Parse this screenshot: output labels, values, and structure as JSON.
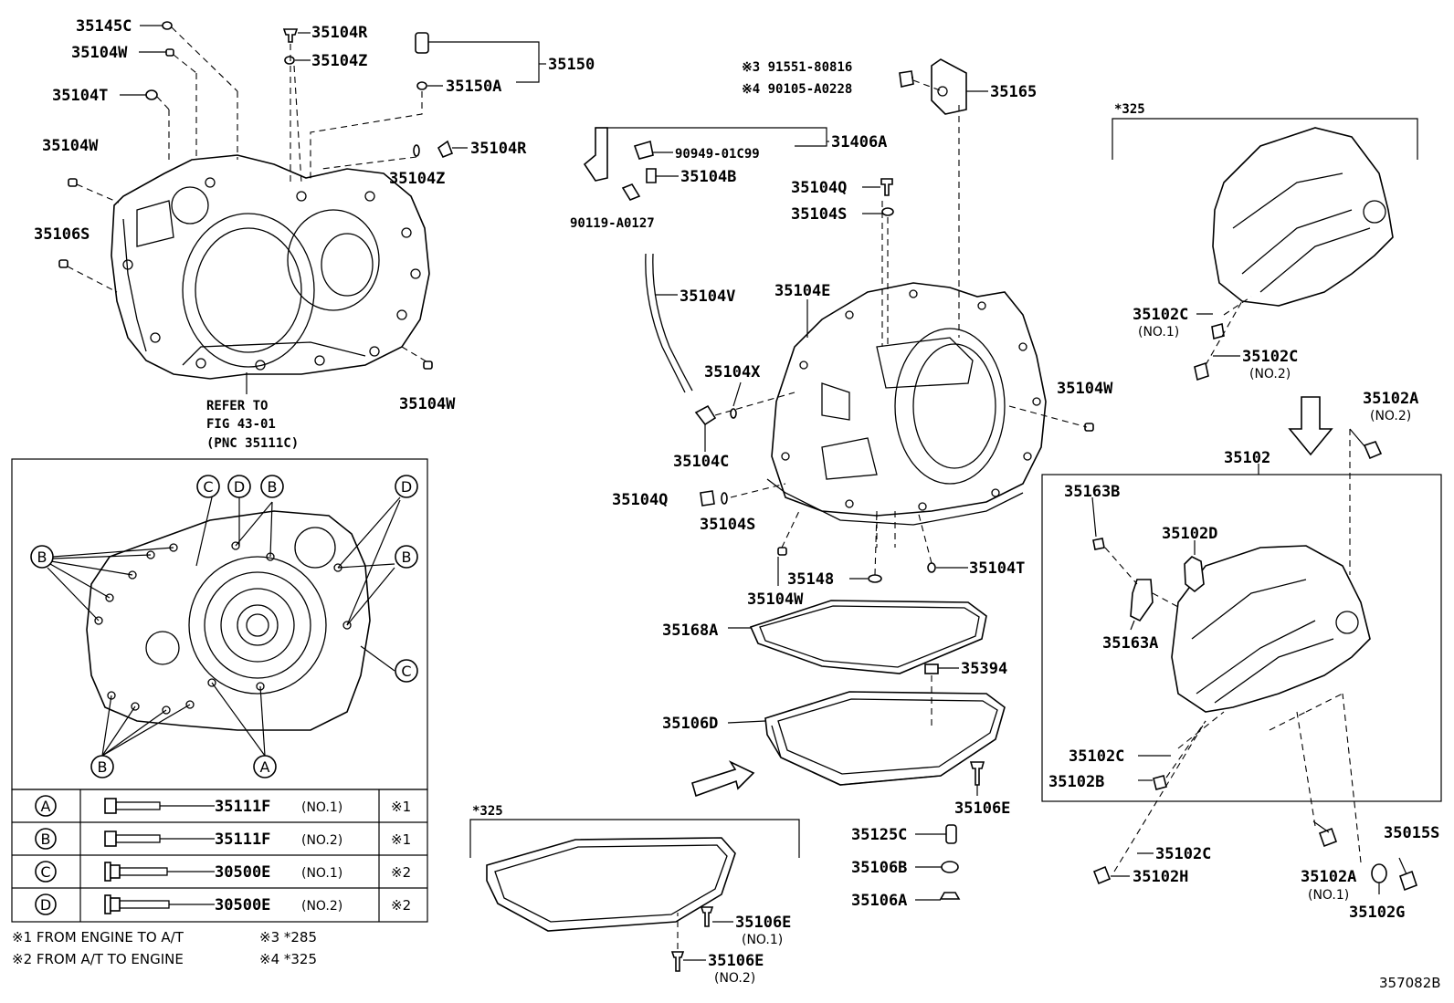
{
  "figure_id": "357082B",
  "labels": {
    "l35145C": "35145C",
    "l35104W_a": "35104W",
    "l35104T_a": "35104T",
    "l35104W_b": "35104W",
    "l35106S": "35106S",
    "l35104R_a": "35104R",
    "l35104Z_a": "35104Z",
    "l35150": "35150",
    "l35150A": "35150A",
    "l35104R_b": "35104R",
    "l35104Z_b": "35104Z",
    "l35104W_c": "35104W",
    "refer1": "REFER TO",
    "refer2": "FIG 43-01",
    "refer3": "(PNC 35111C)",
    "n3_91551": "※3 91551-80816",
    "n4_90105": "※4 90105-A0228",
    "l35165": "35165",
    "l90949": "90949-01C99",
    "l31406A": "31406A",
    "l35104B": "35104B",
    "l90119": "90119-A0127",
    "l35104Q_a": "35104Q",
    "l35104S_a": "35104S",
    "l35104V": "35104V",
    "l35104E": "35104E",
    "l35104X": "35104X",
    "l35104W_d": "35104W",
    "l35104C": "35104C",
    "l35104Q_b": "35104Q",
    "l35104S_b": "35104S",
    "l35148": "35148",
    "l35104T_b": "35104T",
    "l35104W_e": "35104W",
    "l35168A": "35168A",
    "l35394": "35394",
    "l35106D": "35106D",
    "l35106E_a": "35106E",
    "l325_a": "*325",
    "l35106E_b": "35106E",
    "l35106E_b_no": "(NO.1)",
    "l35106E_c": "35106E",
    "l35106E_c_no": "(NO.2)",
    "l35125C": "35125C",
    "l35106B": "35106B",
    "l35106A": "35106A",
    "l325_b": "*325",
    "l35102C_a": "35102C",
    "l35102C_a_no": "(NO.1)",
    "l35102C_b": "35102C",
    "l35102C_b_no": "(NO.2)",
    "l35102A_a": "35102A",
    "l35102A_a_no": "(NO.2)",
    "l35102": "35102",
    "l35163B": "35163B",
    "l35102D": "35102D",
    "l35163A": "35163A",
    "l35102C_c": "35102C",
    "l35102B": "35102B",
    "l35102C_d": "35102C",
    "l35102H": "35102H",
    "l35102A_b": "35102A",
    "l35102A_b_no": "(NO.1)",
    "l35015S": "35015S",
    "l35102G": "35102G"
  },
  "bolt_table": {
    "rows": [
      {
        "key": "A",
        "part": "35111F",
        "no": "(NO.1)",
        "note": "※1"
      },
      {
        "key": "B",
        "part": "35111F",
        "no": "(NO.2)",
        "note": "※1"
      },
      {
        "key": "C",
        "part": "30500E",
        "no": "(NO.1)",
        "note": "※2"
      },
      {
        "key": "D",
        "part": "30500E",
        "no": "(NO.2)",
        "note": "※2"
      }
    ]
  },
  "inset_callouts": {
    "A": "A",
    "B": "B",
    "C": "C",
    "D": "D"
  },
  "footnotes": {
    "f1": "※1 FROM ENGINE TO A/T",
    "f2": "※2 FROM A/T TO ENGINE",
    "f3": "※3 *285",
    "f4": "※4 *325"
  }
}
